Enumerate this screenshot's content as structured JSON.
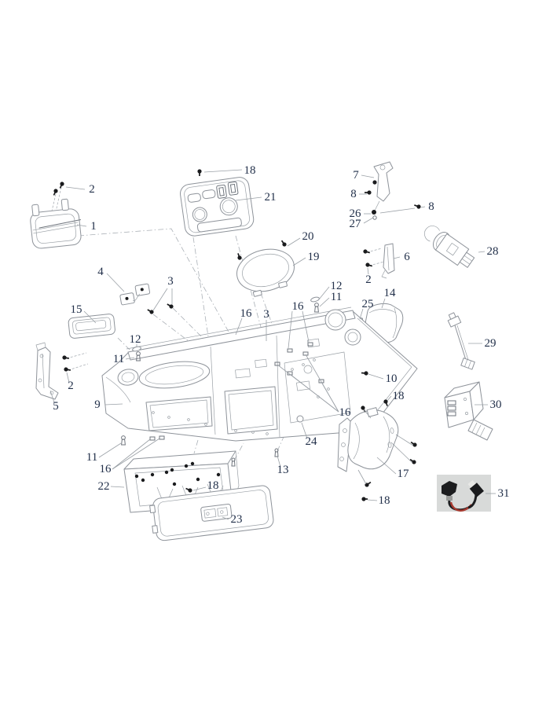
{
  "diagram": {
    "kind": "exploded-parts-diagram",
    "part_count_max": "31"
  },
  "colors": {
    "background": "#ffffff",
    "line_art": "#8e939a",
    "callout_text": "#22304a",
    "screw": "#1a1b1d",
    "photo_background": "#d8dad9",
    "photo_wire_red": "#a83a30",
    "photo_wire_black": "#1c1d1f"
  },
  "callouts": [
    {
      "label": "18"
    },
    {
      "label": "2"
    },
    {
      "label": "21"
    },
    {
      "label": "1"
    },
    {
      "label": "7"
    },
    {
      "label": "8"
    },
    {
      "label": "8"
    },
    {
      "label": "26"
    },
    {
      "label": "27"
    },
    {
      "label": "20"
    },
    {
      "label": "19"
    },
    {
      "label": "28"
    },
    {
      "label": "6"
    },
    {
      "label": "2"
    },
    {
      "label": "4"
    },
    {
      "label": "3"
    },
    {
      "label": "12"
    },
    {
      "label": "11"
    },
    {
      "label": "25"
    },
    {
      "label": "14"
    },
    {
      "label": "15"
    },
    {
      "label": "16"
    },
    {
      "label": "3"
    },
    {
      "label": "16"
    },
    {
      "label": "12"
    },
    {
      "label": "29"
    },
    {
      "label": "11"
    },
    {
      "label": "2"
    },
    {
      "label": "10"
    },
    {
      "label": "5"
    },
    {
      "label": "9"
    },
    {
      "label": "18"
    },
    {
      "label": "30"
    },
    {
      "label": "16"
    },
    {
      "label": "24"
    },
    {
      "label": "11"
    },
    {
      "label": "16"
    },
    {
      "label": "13"
    },
    {
      "label": "22"
    },
    {
      "label": "18"
    },
    {
      "label": "17"
    },
    {
      "label": "31"
    },
    {
      "label": "18"
    },
    {
      "label": "23"
    }
  ]
}
